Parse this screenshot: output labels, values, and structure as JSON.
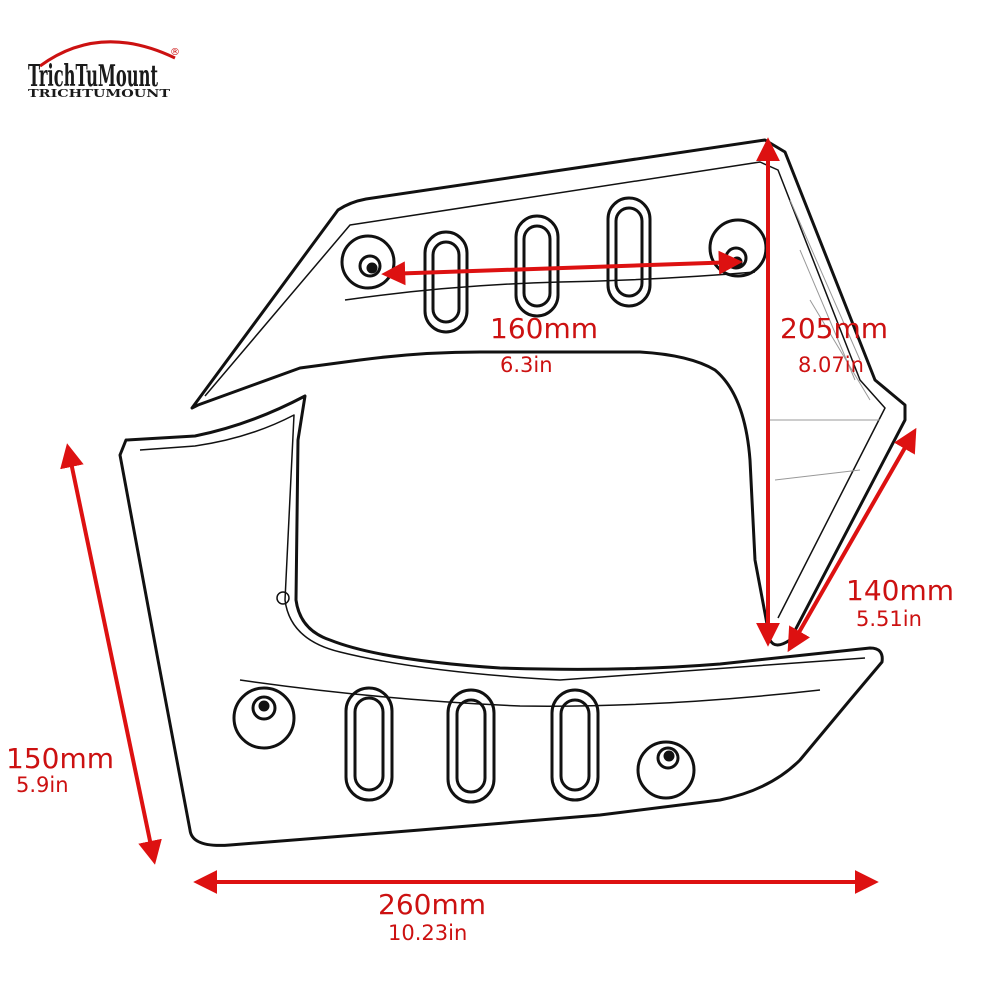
{
  "logo": {
    "wordmark": "TrichTuMount",
    "tagline": "TRICHTUMOUNT",
    "registered": "®"
  },
  "dimensions": {
    "hole_spacing": {
      "mm": "160mm",
      "in": "6.3in"
    },
    "height": {
      "mm": "205mm",
      "in": "8.07in"
    },
    "diagonal": {
      "mm": "140mm",
      "in": "5.51in"
    },
    "side": {
      "mm": "150mm",
      "in": "5.9in"
    },
    "width": {
      "mm": "260mm",
      "in": "10.23in"
    }
  },
  "colors": {
    "dimension": "#cc1111",
    "outline": "#111111",
    "logo_dark": "#1a1a1a",
    "logo_red": "#cc1111"
  }
}
